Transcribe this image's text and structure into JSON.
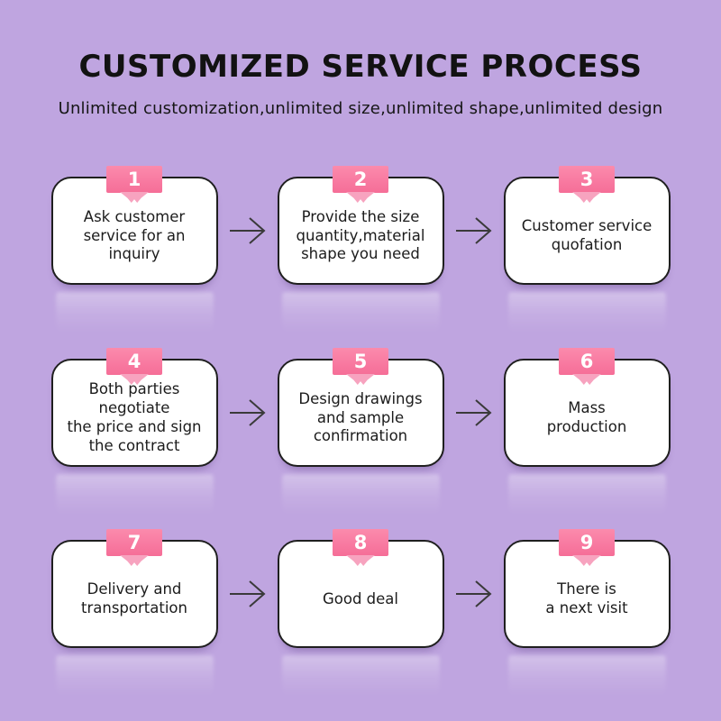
{
  "header": {
    "title": "CUSTOMIZED SERVICE PROCESS",
    "subtitle": "Unlimited customization,unlimited size,unlimited shape,unlimited design"
  },
  "steps": [
    {
      "number": "1",
      "lines": [
        "Ask customer",
        "service for an",
        "inquiry"
      ]
    },
    {
      "number": "2",
      "lines": [
        "Provide the size",
        "quantity,material",
        "shape you need"
      ]
    },
    {
      "number": "3",
      "lines": [
        "Customer service",
        "quofation"
      ]
    },
    {
      "number": "4",
      "lines": [
        "Both parties",
        "negotiate",
        "the price and sign",
        "the contract"
      ]
    },
    {
      "number": "5",
      "lines": [
        "Design drawings",
        "and sample",
        "confirmation"
      ]
    },
    {
      "number": "6",
      "lines": [
        "Mass",
        "production"
      ]
    },
    {
      "number": "7",
      "lines": [
        "Delivery and",
        "transportation"
      ]
    },
    {
      "number": "8",
      "lines": [
        "Good deal"
      ]
    },
    {
      "number": "9",
      "lines": [
        "There is",
        "a next visit"
      ]
    }
  ],
  "colors": {
    "background": "#BFA5E0",
    "ribbon_pink": "#F87AA1",
    "ribbon_tab_pink": "#F7A3BF",
    "card_border": "#1F1F1F",
    "arrow": "#3A3A3A",
    "text": "#1C1C1C"
  }
}
